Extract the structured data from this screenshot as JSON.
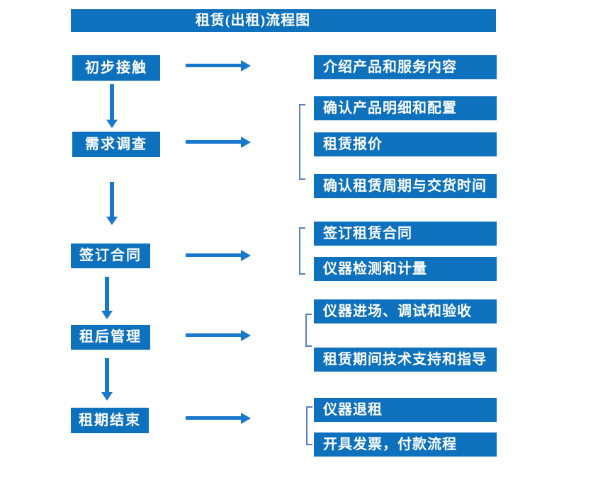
{
  "title": "租赁(出租)流程图",
  "colors": {
    "primary": "#0e71be",
    "arrow": "#1878cc",
    "bracket": "#5b7ec0",
    "text": "#ffffff"
  },
  "stages": [
    {
      "label": "初步接触",
      "outputs": [
        "介绍产品和服务内容"
      ]
    },
    {
      "label": "需求调查",
      "outputs": [
        "确认产品明细和配置",
        "租赁报价",
        "确认租赁周期与交货时间"
      ]
    },
    {
      "label": "签订合同",
      "outputs": [
        "签订租赁合同",
        "仪器检测和计量"
      ]
    },
    {
      "label": "租后管理",
      "outputs": [
        "仪器进场、调试和验收",
        "租赁期间技术支持和指导"
      ]
    },
    {
      "label": "租期结束",
      "outputs": [
        "仪器退租",
        "开具发票，付款流程"
      ]
    }
  ]
}
